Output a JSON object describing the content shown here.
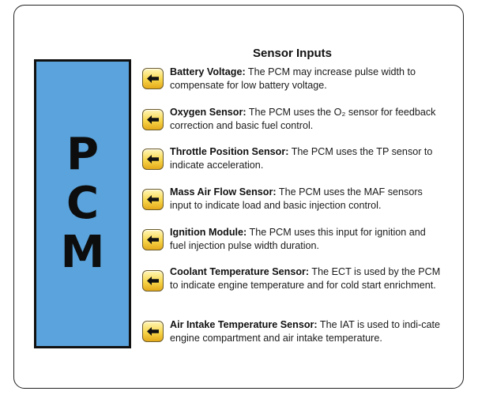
{
  "title": "Sensor Inputs",
  "pcm_letters": [
    "P",
    "C",
    "M"
  ],
  "colors": {
    "pcm_fill": "#5aa3dc",
    "button_fill": "#f8d64a",
    "arrow": "#111111"
  },
  "icon": "arrow-left-icon",
  "items": [
    {
      "label": "Battery Voltage:",
      "text": " The PCM may increase pulse width to compensate for low battery voltage."
    },
    {
      "label": "Oxygen Sensor:",
      "text": " The PCM uses the O₂ sensor for feedback correction and basic fuel control."
    },
    {
      "label": "Throttle Position Sensor:",
      "text": " The PCM uses the TP sensor to indicate acceleration."
    },
    {
      "label": "Mass Air Flow Sensor:",
      "text": " The PCM uses the MAF sensors input to indicate load and basic injection control."
    },
    {
      "label": "Ignition Module:",
      "text": " The PCM uses this input for ignition and fuel injection pulse width duration."
    },
    {
      "label": "Coolant Temperature Sensor:",
      "text": " The ECT is used by the PCM to indicate engine temperature and for cold start enrichment."
    },
    {
      "label": "Air Intake Temperature Sensor:",
      "text": " The IAT is used to indi-cate engine compartment and air intake temperature."
    }
  ]
}
